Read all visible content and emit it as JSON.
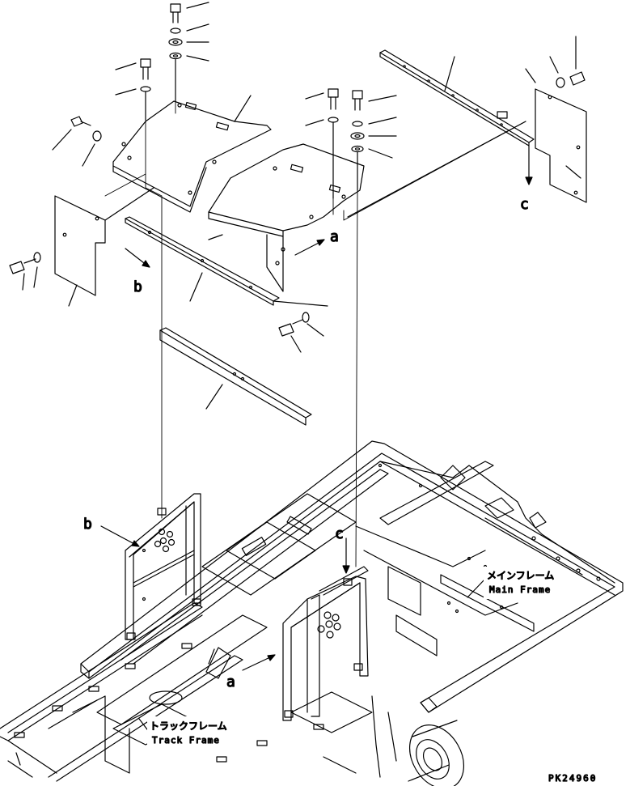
{
  "callouts": {
    "a_upper": "a",
    "a_lower": "a",
    "b_upper": "b",
    "b_lower": "b",
    "c_upper": "c",
    "c_lower": "c"
  },
  "labels": {
    "main_frame_jp": "メインフレーム",
    "main_frame_en": "Main Frame",
    "track_frame_jp": "トラックフレーム",
    "track_frame_en": "Track Frame"
  },
  "part_number": "PK24960"
}
